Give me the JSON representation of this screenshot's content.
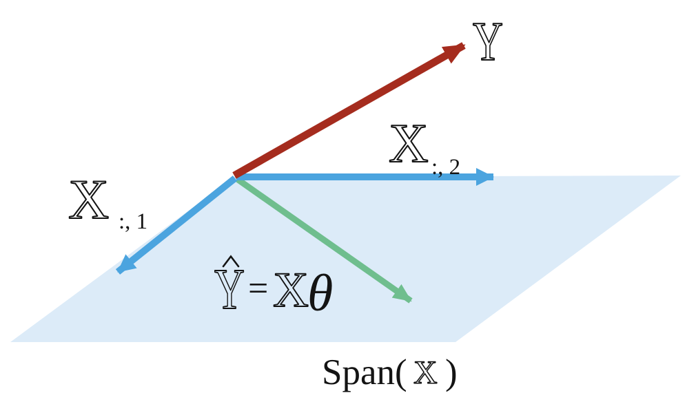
{
  "diagram": {
    "labels": {
      "y_vector": "Y",
      "x_col_2_base": "X",
      "x_col_2_sub": ":, 2",
      "x_col_1_base": "X",
      "x_col_1_sub": ":, 1",
      "y_hat_base": "Y",
      "equals_sign": "=",
      "x_matrix": "X",
      "theta": "θ",
      "span_prefix": "Span(",
      "span_x": "X",
      "span_suffix": ")"
    },
    "colors": {
      "plane_fill": "#DCEBF8",
      "x_vector": "#4BA4DF",
      "y_vector": "#A52C1E",
      "projection_vector": "#6FBE8E",
      "text": "#141414"
    }
  }
}
